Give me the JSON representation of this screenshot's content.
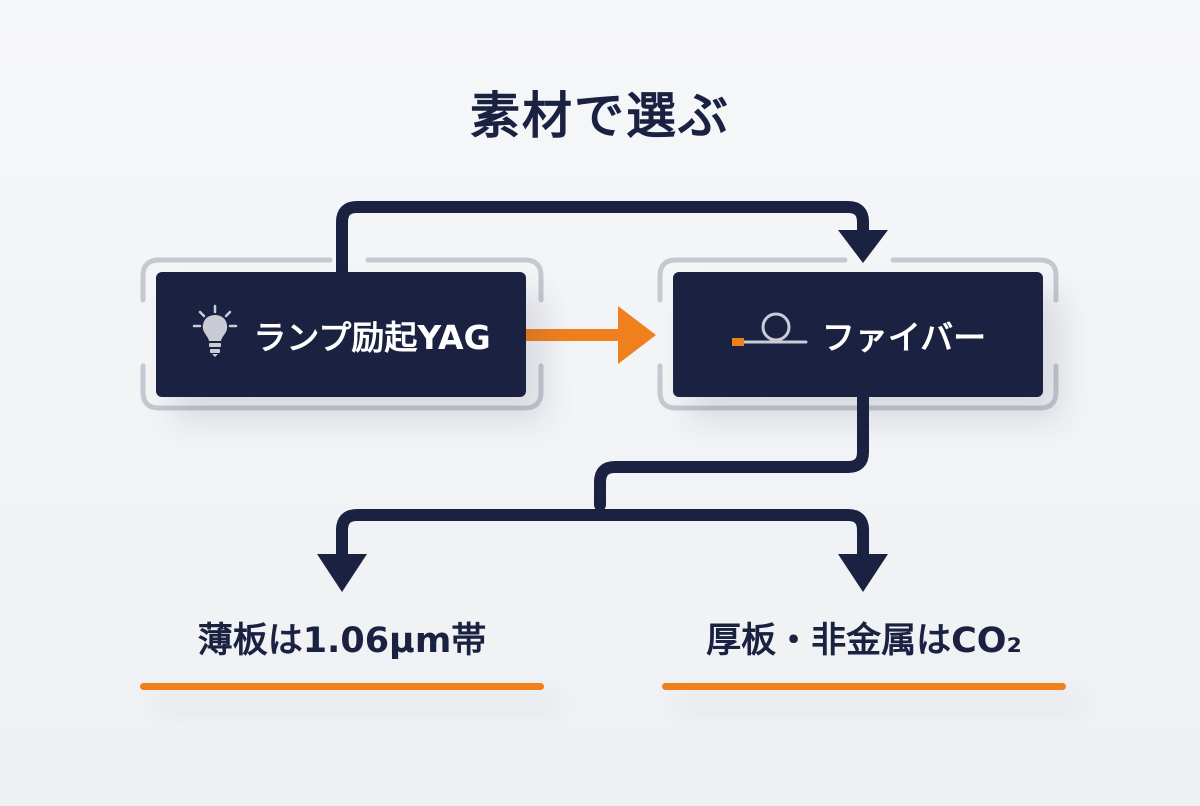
{
  "title": "素材で選ぶ",
  "nodes": {
    "lamp_yag": {
      "label": "ランプ励起YAG",
      "icon": "lightbulb-icon"
    },
    "fiber": {
      "label": "ファイバー",
      "icon": "fiber-coil-icon"
    }
  },
  "results": {
    "left": {
      "label": "薄板は1.06μm帯"
    },
    "right": {
      "label": "厚板・非金属はCO₂"
    }
  },
  "colors": {
    "navy": "#1b2140",
    "orange": "#f0801e",
    "frame_gray": "#c4c8d0",
    "background": "#f2f4f6"
  }
}
